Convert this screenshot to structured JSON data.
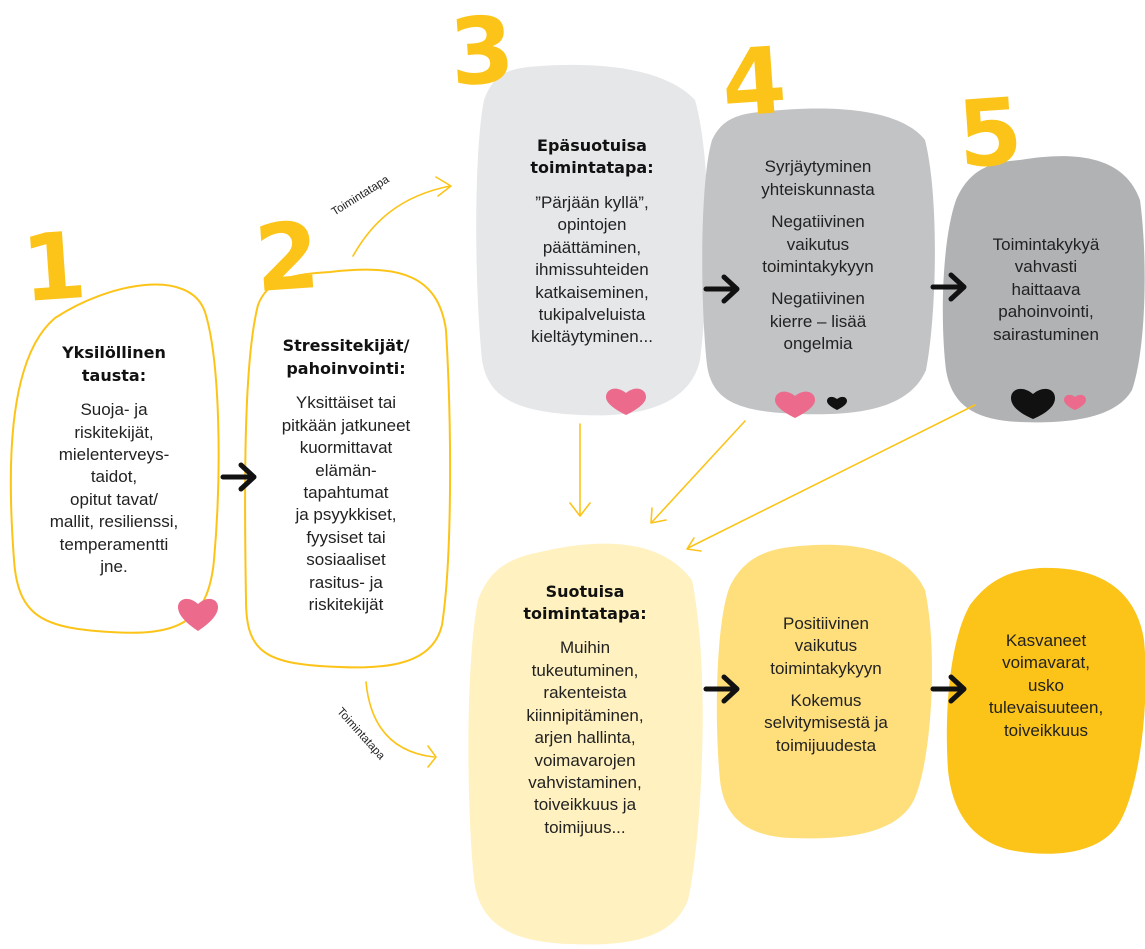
{
  "colors": {
    "yellow": "#fcc419",
    "pale_yellow": "#fff1c0",
    "mid_yellow": "#ffdf7c",
    "strong_yellow": "#fcc419",
    "light_gray": "#e6e7e9",
    "mid_gray": "#c2c3c5",
    "dark_gray": "#b1b2b4",
    "pink": "#ec6a8c",
    "black": "#111111"
  },
  "steps": {
    "n1": "1",
    "n2": "2",
    "n3": "3",
    "n4": "4",
    "n5": "5"
  },
  "box1": {
    "title": "Yksilöllinen\ntausta:",
    "text": "Suoja- ja\nriskitekijät,\nmielenterveys-\ntaidot,\nopitut tavat/\nmallit, resilienssi,\ntemperamentti\njne."
  },
  "box2": {
    "title": "Stressitekijät/\npahoinvointi:",
    "text": "Yksittäiset tai\npitkään jatkuneet\nkuormittavat\nelämän-\ntapahtumat\nja psyykkiset,\nfyysiset tai\nsosiaaliset\nrasitus- ja\nriskitekijät"
  },
  "box3": {
    "title": "Epäsuotuisa\ntoimintatapa:",
    "text": "”Pärjään kyllä”,\nopintojen\npäättäminen,\nihmissuhteiden\nkatkaiseminen,\ntukipalveluista\nkieltäytyminen..."
  },
  "box4": {
    "text1": "Syrjäytyminen\nyhteiskunnasta",
    "text2": "Negatiivinen\nvaikutus\ntoimintakykyyn",
    "text3": "Negatiivinen\nkierre – lisää\nongelmia"
  },
  "box5": {
    "text": "Toimintakykyä\nvahvasti\nhaittaava\npahoinvointi,\nsairastuminen"
  },
  "box6": {
    "title": "Suotuisa\ntoimintatapa:",
    "text": "Muihin\ntukeutuminen,\nrakenteista\nkiinnipitäminen,\narjen hallinta,\nvoimavarojen\nvahvistaminen,\ntoiveikkuus ja\ntoimijuus..."
  },
  "box7": {
    "text1": "Positiivinen\nvaikutus\ntoimintakykyyn",
    "text2": "Kokemus\nselvitymisestä ja\ntoimijuudesta"
  },
  "box8": {
    "text": "Kasvaneet\nvoimavarat,\nusko\ntulevaisuuteen,\ntoiveikkuus"
  },
  "arrows": {
    "upper_label": "Toimintatapa",
    "lower_label": "Toimintatapa"
  }
}
